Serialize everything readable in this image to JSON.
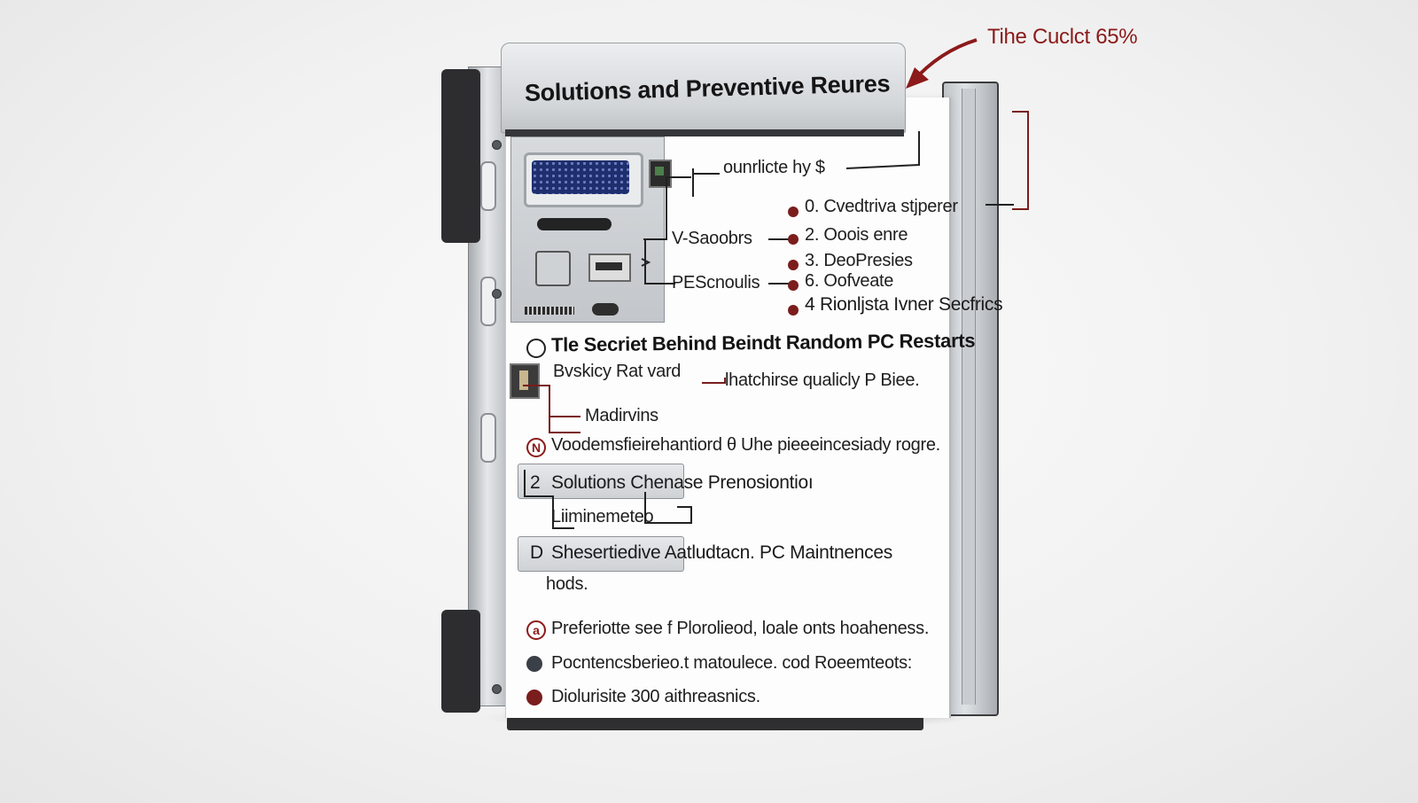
{
  "header": {
    "title": "Solutions and Preventive Reures",
    "annotation": "Tihe Cuclct 65%"
  },
  "callouts": {
    "top_right": "ounrlicte hy $",
    "left_a": "V-Saoobrs",
    "left_b": "PEScnoulis"
  },
  "numbered_list": [
    {
      "num": "0.",
      "text": "Cvedtriva stjperer"
    },
    {
      "num": "2.",
      "text": "Ooois enre"
    },
    {
      "num": "3.",
      "text": "DeoPresies"
    },
    {
      "num": "6.",
      "text": "Oofveate"
    },
    {
      "num": "4",
      "text": "Rionljsta Ivner Secfrics"
    }
  ],
  "sections": {
    "secret": "Tle Secriet Behind Beindt Random PC Restarts",
    "row1_left": "Bvskicy Rat vard",
    "row1_right": "lhatchirse qualicly P Biee.",
    "madivins": "Madirvins",
    "row_n_icon": "N",
    "row_n": "Voodemsfieirehantiord θ Uhe pieeeincesiady rogre.",
    "solutions_num": "2",
    "solutions": "Solutions Chenase Prenosiontioı",
    "liminemeteo": "Liiminemeteo",
    "maint_num": "D",
    "maint": "Shesertiedive Aatludtacn. PC Maintnences",
    "hods": "hods.",
    "bullet_a_icon": "a",
    "bullet_a": "Preferiotte see f Plorolieod, loale onts hoaheness.",
    "bullet_b": "Pocntencsberieo.t matoulece. cod Roeemteots:",
    "bullet_c": "Diolurisite 300 aithreasnics."
  },
  "colors": {
    "accent": "#7a1d1d",
    "annotation": "#8c1a1a",
    "text": "#1c1c1c",
    "chassis": "#2d2d30",
    "port_blue": "#1f2f6e"
  }
}
